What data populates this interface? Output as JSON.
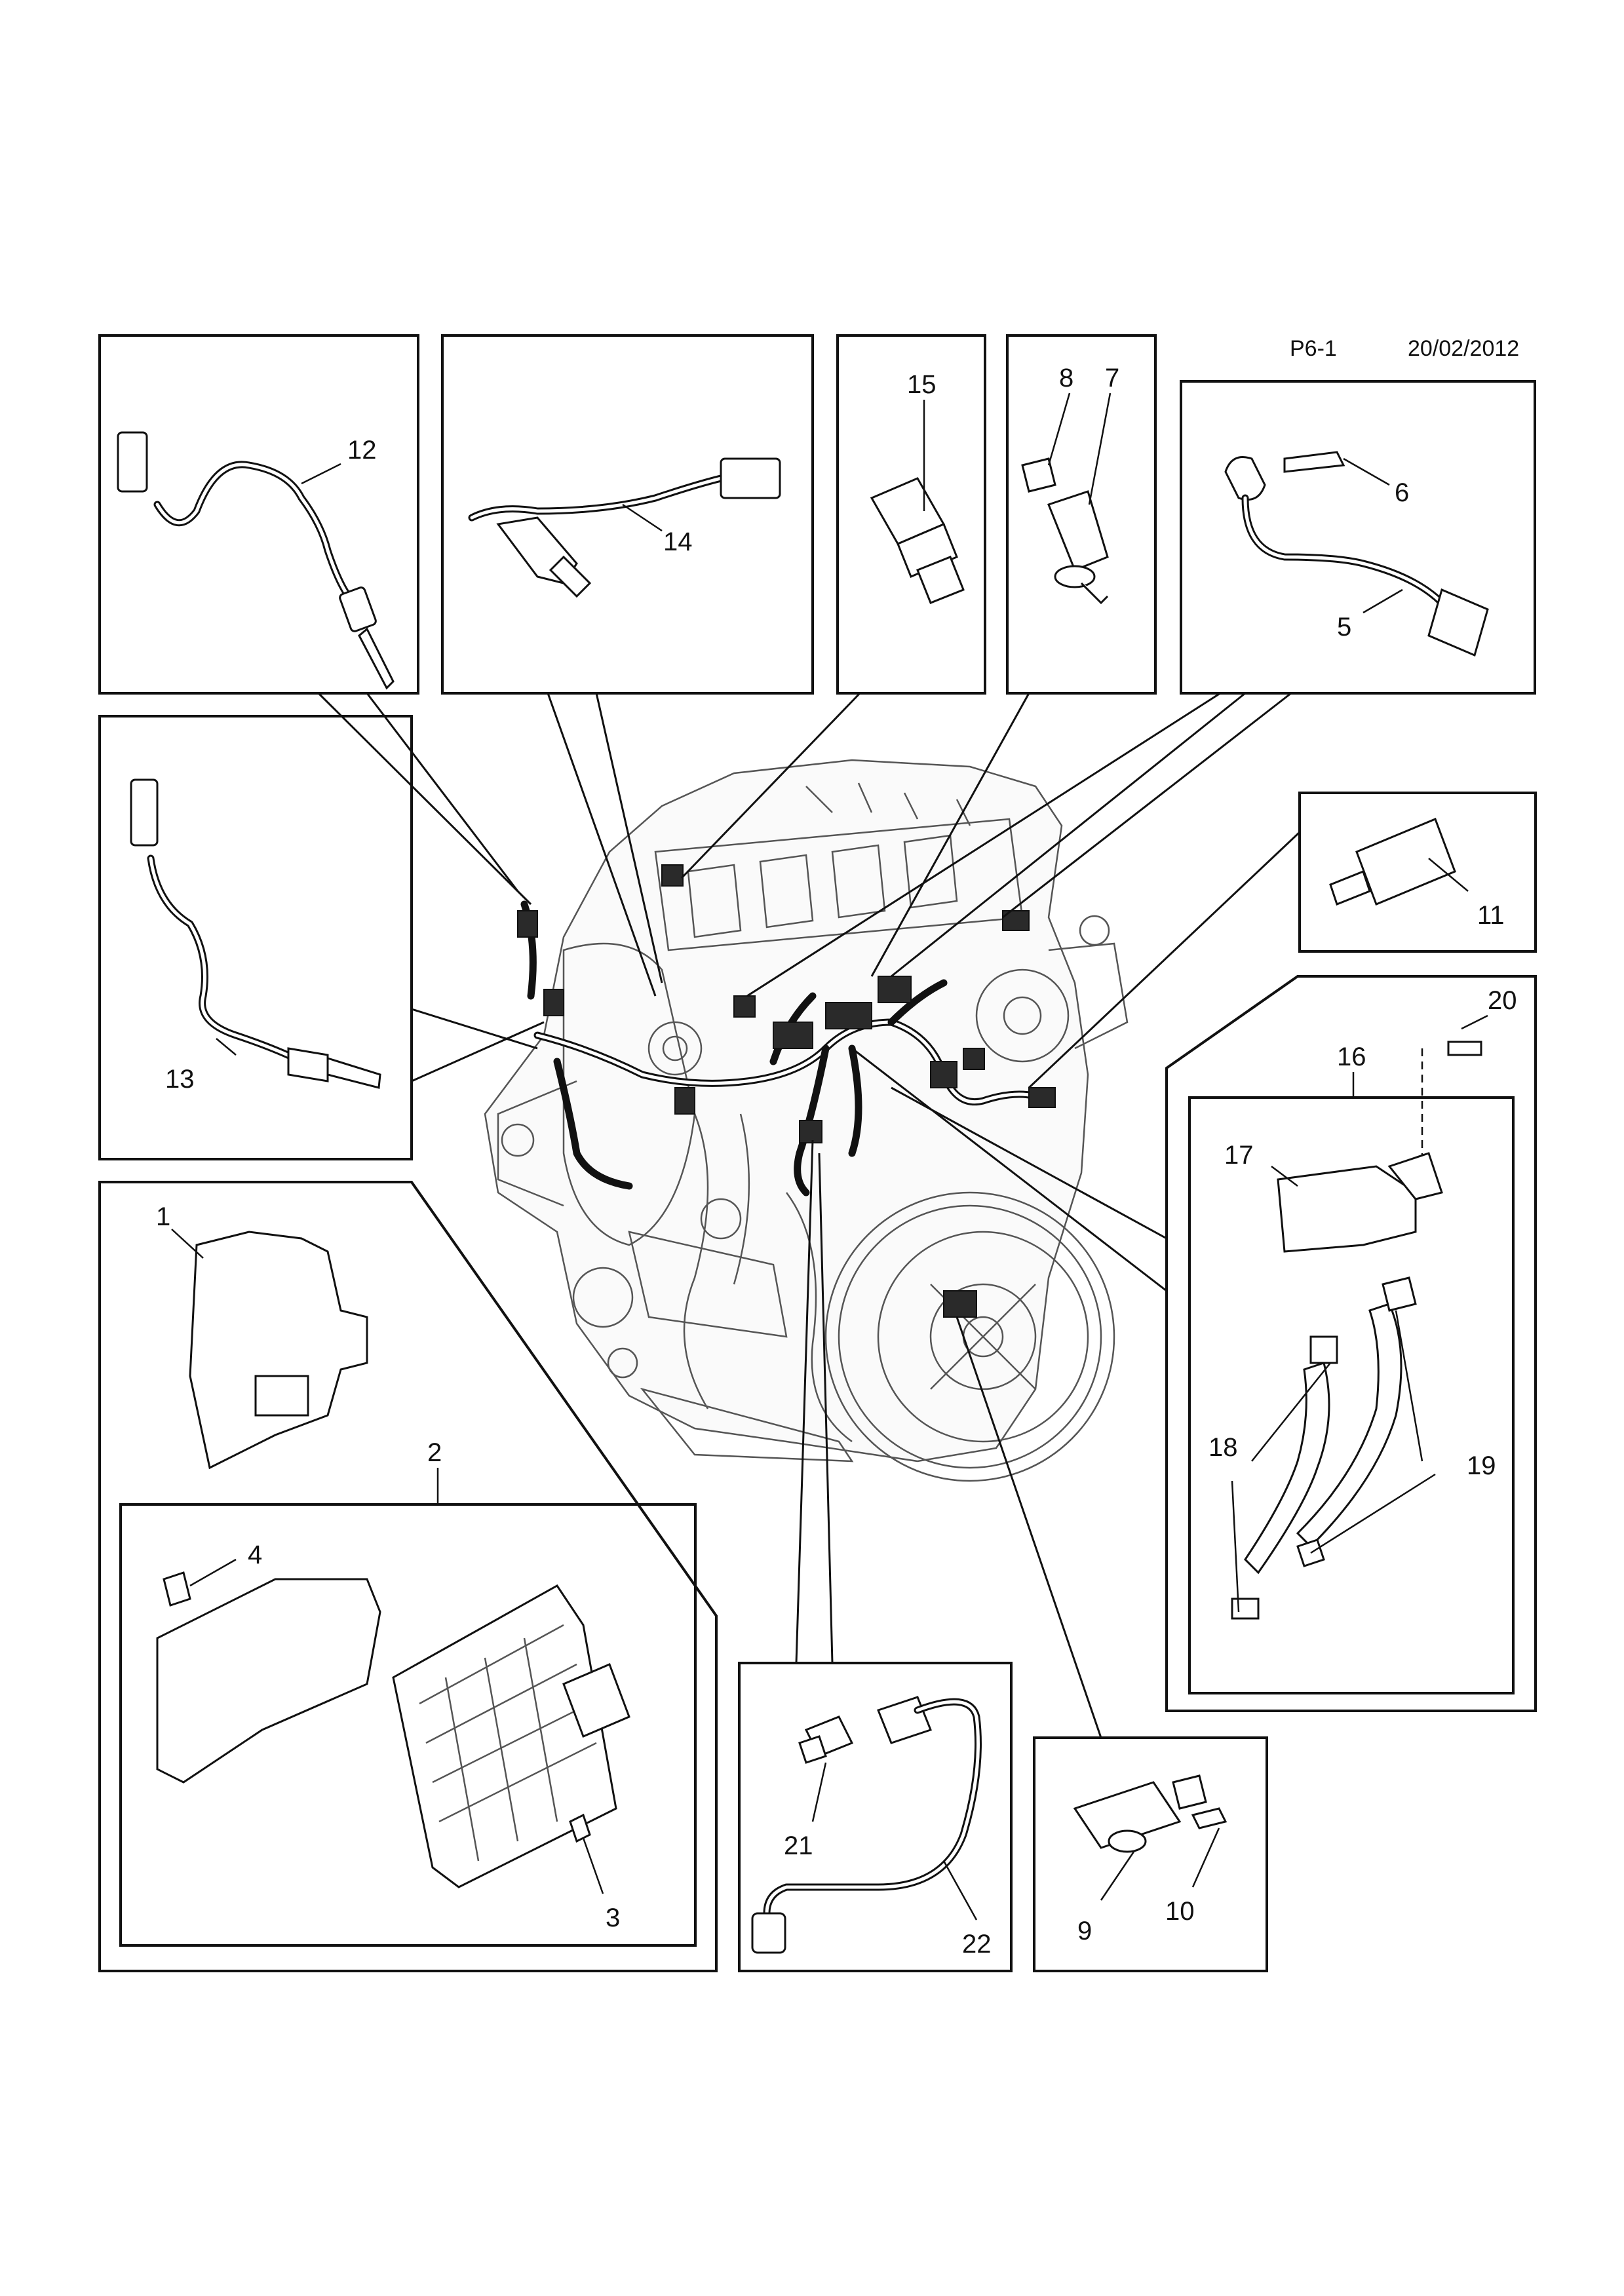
{
  "header": {
    "page_code": "P6-1",
    "date": "20/02/2012"
  },
  "callouts": {
    "c1": "1",
    "c2": "2",
    "c3": "3",
    "c4": "4",
    "c5": "5",
    "c6": "6",
    "c7": "7",
    "c8": "8",
    "c9": "9",
    "c10": "10",
    "c11": "11",
    "c12": "12",
    "c13": "13",
    "c14": "14",
    "c15": "15",
    "c16": "16",
    "c17": "17",
    "c18": "18",
    "c19": "19",
    "c20": "20",
    "c21": "21",
    "c22": "22"
  },
  "colors": {
    "line": "#111111",
    "background": "#ffffff"
  }
}
